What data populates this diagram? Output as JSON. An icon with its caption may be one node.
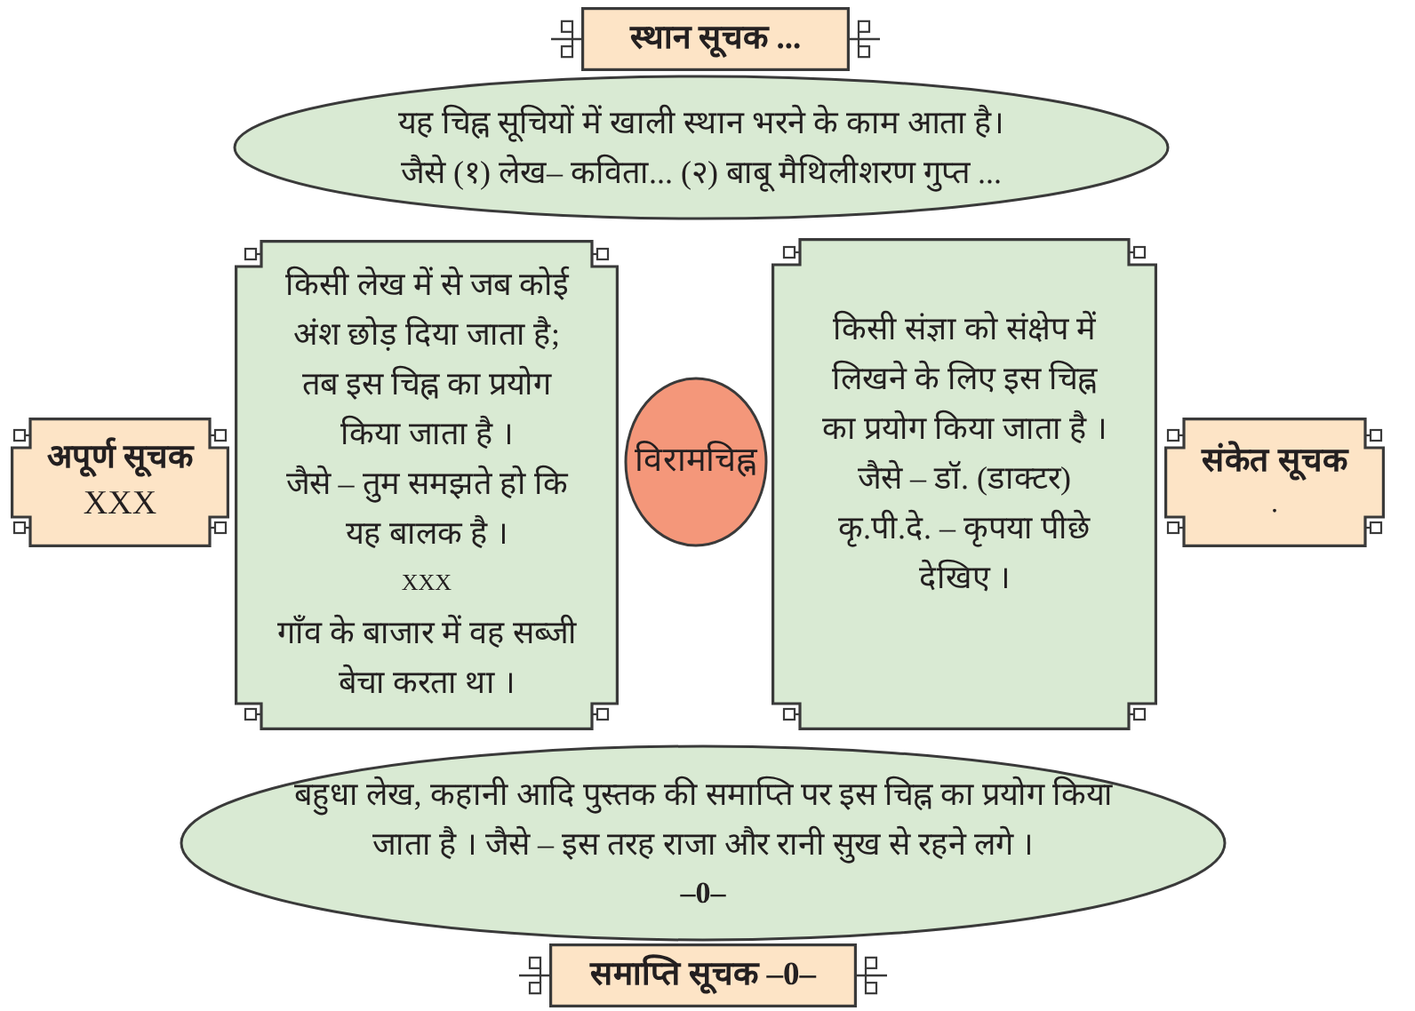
{
  "diagram": {
    "nodes": [
      {
        "text": [
          "स्थान सूचक ..."
        ]
      },
      {
        "text": [
          "यह चिह्न सूचियों में खाली स्थान भरने के काम आता है।",
          "जैसे (१) लेख– कविता... (२) बाबू मैथिलीशरण गुप्त ..."
        ]
      },
      {
        "text": [
          "अपूर्ण सूचक",
          "XXX"
        ]
      },
      {
        "text": [
          "किसी लेख में से जब कोई अंश छोड़ दिया जाता है; तब इस चिह्न का प्रयोग किया जाता है ।",
          "जैसे – तुम समझते हो कि यह बालक है ।",
          "XXX",
          "गाँव के बाजार में वह सब्जी बेचा करता था ।"
        ]
      },
      {
        "text": [
          "विरामचिह्न"
        ]
      },
      {
        "text": [
          "किसी संज्ञा को संक्षेप में लिखने के लिए इस चिह्न का प्रयोग किया जाता है ।",
          "जैसे – डॉ. (डाक्टर)",
          "कृ.पी.दे. – कृपया पीछे देखिए ।"
        ]
      },
      {
        "text": [
          "संकेत सूचक",
          "."
        ]
      },
      {
        "text": [
          "बहुधा लेख, कहानी आदि पुस्तक की समाप्ति पर इस चिह्न का प्रयोग किया जाता है । जैसे – इस तरह राजा और रानी सुख से रहने लगे ।",
          "–0–"
        ]
      },
      {
        "text": [
          "समाप्ति सूचक –0–"
        ]
      }
    ]
  }
}
